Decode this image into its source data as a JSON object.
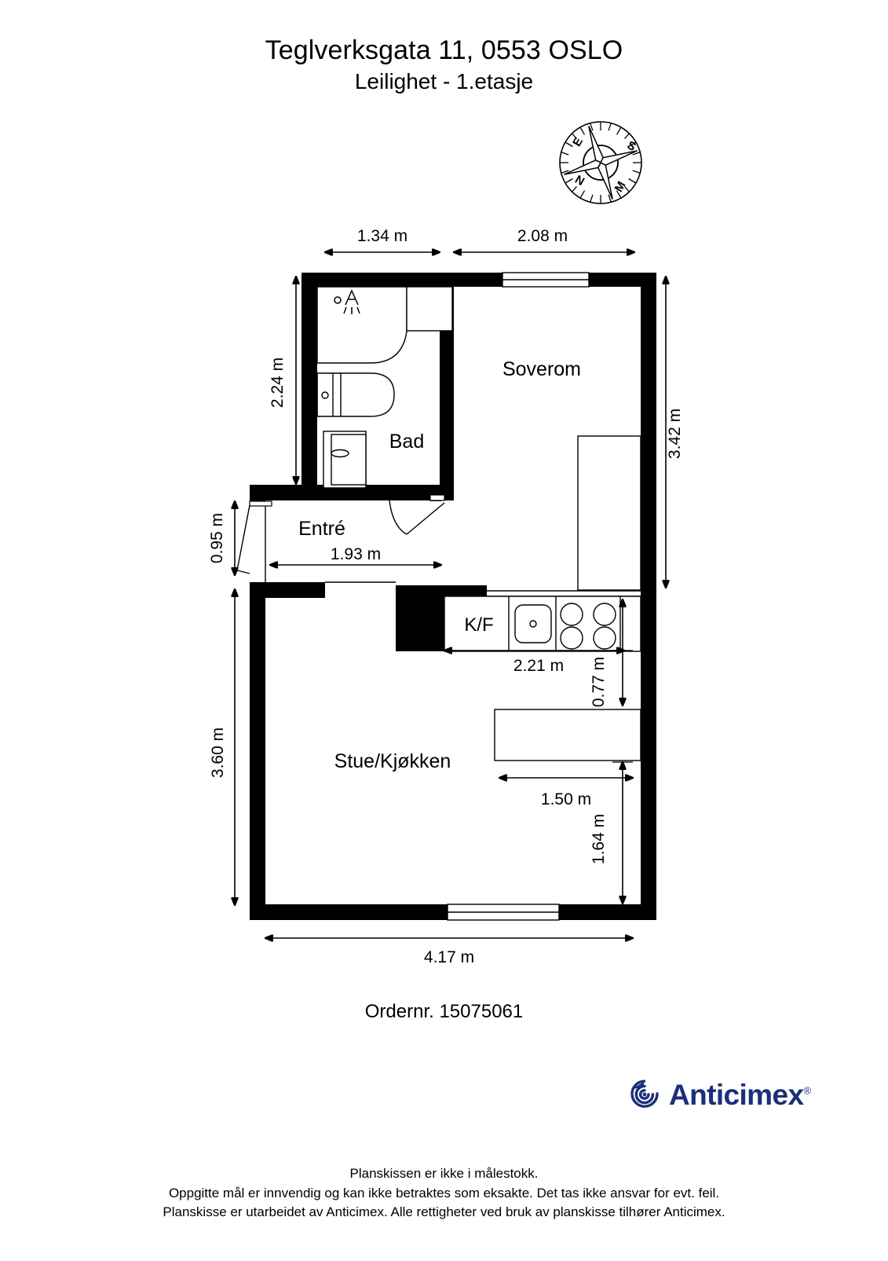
{
  "header": {
    "address": "Teglverksgata 11, 0553 OSLO",
    "subtitle": "Leilighet  - 1.etasje"
  },
  "compass": {
    "label_top_left": "E",
    "label_right": "S",
    "label_bottom_right": "M",
    "label_bottom_left": "N"
  },
  "rooms": [
    {
      "name": "Soverom"
    },
    {
      "name": "Bad"
    },
    {
      "name": "Entré"
    },
    {
      "name": "K/F"
    },
    {
      "name": "Stue/Kjøkken"
    }
  ],
  "room_labels": {
    "soverom": "Soverom",
    "bad": "Bad",
    "entre": "Entré",
    "kf": "K/F",
    "stue_kjokken": "Stue/Kjøkken"
  },
  "dimensions": {
    "top_left": "1.34 m",
    "top_right": "2.08 m",
    "bath_height": "2.24 m",
    "entre_left_height": "0.95 m",
    "entre_width": "1.93 m",
    "right_bedroom_height": "3.42 m",
    "kitchen_counter_width": "2.21 m",
    "kitchen_counter_depth": "0.77 m",
    "living_left_height": "3.60 m",
    "lower_counter_width": "1.50 m",
    "lower_right_height": "1.64 m",
    "bottom_width": "4.17 m"
  },
  "order": {
    "label": "Ordernr. 15075061"
  },
  "brand": {
    "name": "Anticimex",
    "trademark": "®",
    "color": "#1B2F7A"
  },
  "footer": {
    "line1": "Planskissen er ikke i målestokk.",
    "line2": "Oppgitte mål er innvendig og kan ikke betraktes som eksakte. Det tas ikke ansvar for evt. feil.",
    "line3": "Planskisse er utarbeidet av Anticimex. Alle rettigheter ved bruk av planskisse tilhører Anticimex."
  }
}
